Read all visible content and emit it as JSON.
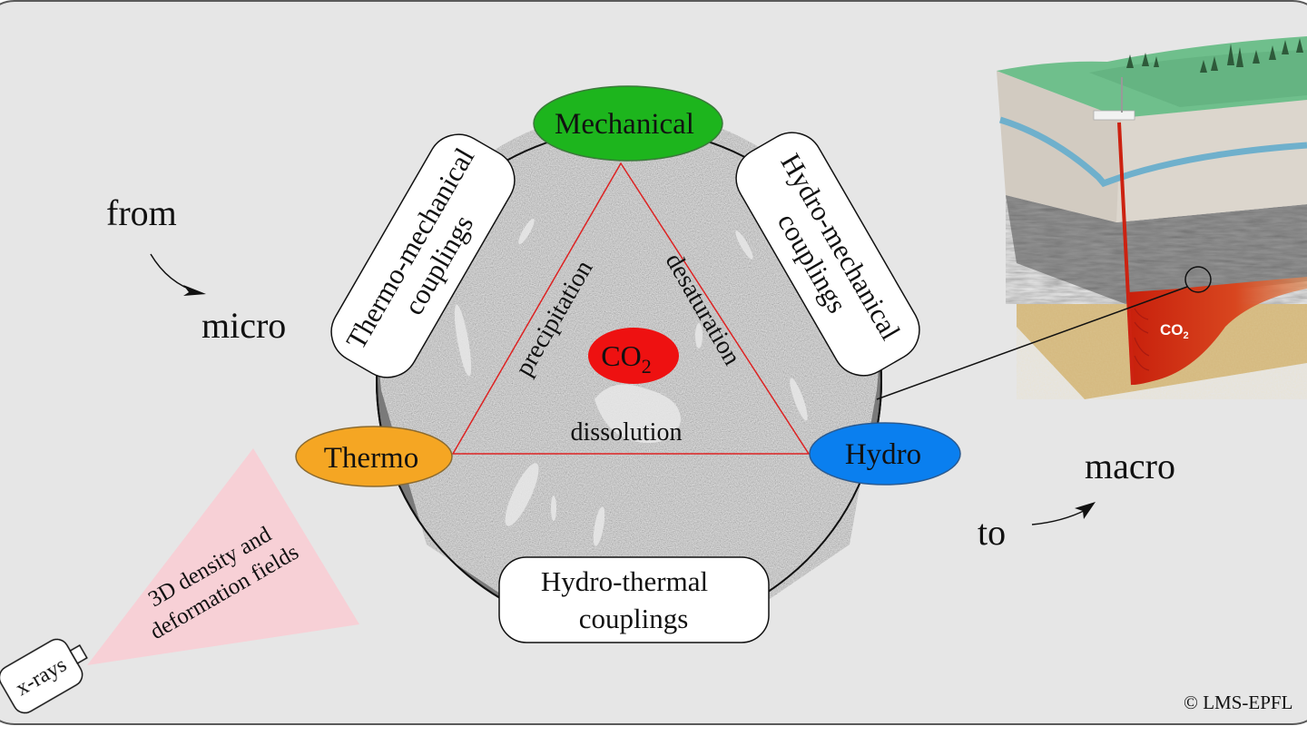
{
  "scale": {
    "from_label": "from",
    "micro_label": "micro",
    "to_label": "to",
    "macro_label": "macro"
  },
  "nodes": {
    "mechanical": {
      "label": "Mechanical",
      "color": "#1db51d"
    },
    "thermo": {
      "label": "Thermo",
      "color": "#f5a623"
    },
    "hydro": {
      "label": "Hydro",
      "color": "#0a7fef"
    },
    "co2": {
      "label": "CO",
      "subscript": "2",
      "color": "#ee1111"
    }
  },
  "couplings": {
    "thermo_mechanical": {
      "line1": "Thermo-mechanical",
      "line2": "couplings"
    },
    "hydro_mechanical": {
      "line1": "Hydro-mechanical",
      "line2": "couplings"
    },
    "hydro_thermal": {
      "line1": "Hydro-thermal",
      "line2": "couplings"
    }
  },
  "processes": {
    "left": "precipitation",
    "right": "desaturation",
    "bottom": "dissolution"
  },
  "xray": {
    "device_label": "x-rays",
    "beam_line1": "3D density and",
    "beam_line2": "deformation fields",
    "beam_color": "#f7d0d6"
  },
  "reservoir": {
    "plume_label": "CO",
    "plume_subscript": "2"
  },
  "copyright": "© LMS-EPFL",
  "colors": {
    "background": "#e6e6e6",
    "triangle_line": "#dd2222",
    "frame": "#555555"
  }
}
